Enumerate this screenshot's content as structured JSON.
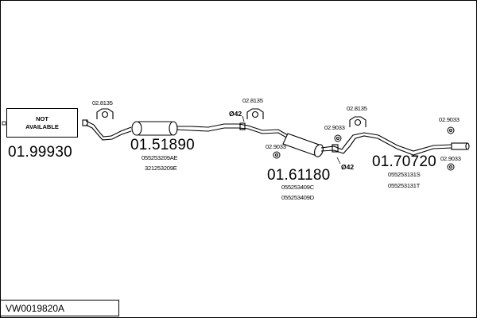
{
  "not_available": {
    "line1": "NOT",
    "line2": "AVAILABLE"
  },
  "parts": {
    "front": {
      "number": "01.99930"
    },
    "front_mid": {
      "number": "01.51890",
      "oem1": "055253209AE",
      "oem2": "321253209E"
    },
    "rear_mid": {
      "number": "01.61180",
      "oem1": "055253409C",
      "oem2": "055253409D"
    },
    "rear": {
      "number": "01.70720",
      "oem1": "055253131S",
      "oem2": "055253131T"
    }
  },
  "clamps": {
    "c1": "02.8135",
    "c2": "02.8135",
    "c3": "02.8135",
    "c4": "02.9033",
    "c5": "02.9033",
    "c6": "02.9033",
    "c7": "02.9033"
  },
  "diameters": {
    "d1": "Ø42",
    "d2": "Ø42"
  },
  "reference": "VW0019820A"
}
